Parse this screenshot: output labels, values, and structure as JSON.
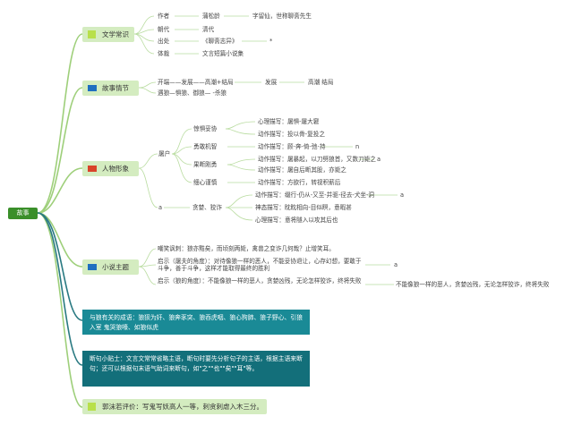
{
  "root": {
    "label": "故事"
  },
  "colors": {
    "root": "#3a8f2a",
    "category_bg": "#d4ecc0",
    "teal": "#1a8a96",
    "branch": "#9ecf7a",
    "teal_branch": "#2a7a82"
  },
  "literature": {
    "label": "文学常识",
    "icon": "lime-square-icon",
    "author_key": "作者",
    "author_value": "蒲松龄",
    "author_extra": "字留仙，世称聊斋先生",
    "dynasty_key": "朝代",
    "dynasty_value": "清代",
    "source_key": "出处",
    "source_value": "《聊斋志异》",
    "source_mark": "*",
    "genre_key": "体裁",
    "genre_value": "文言短篇小说集"
  },
  "plot": {
    "label": "故事情节",
    "icon": "blue-flag-icon",
    "line1_a": "开端——发展——高潮+结局",
    "line1_b": "发展",
    "line1_c": "高潮 结局",
    "line2": "遇狼—惧狼、御狼— -杀狼"
  },
  "characters": {
    "label": "人物形象",
    "icon": "red-flag-icon",
    "butcher": "屠户",
    "wolf_mark": "a",
    "trait1": "惊惧妥协",
    "trait1_psych": "心理描写：屠惧-屠大窘",
    "trait1_action": "动作描写：投以骨-复投之",
    "trait2": "勇敢机智",
    "trait2_action": "动作描写：顾-奔-倚-弛-持",
    "trait2_mark": "n",
    "trait3": "果断刚勇",
    "trait3_action1": "动作描写：屠暴起，以刀劈狼首，又数刀毙之",
    "trait3_action2": "动作描写：屠自后断其股，亦毙之",
    "trait3_mark": "a",
    "trait4": "细心谨慎",
    "trait4_action": "动作描写：方欲行，转视积薪后",
    "wolf_trait": "贪婪、狡诈",
    "wolf_action": "动作描写：缀行-仍从-又至-并驱-径去-犬坐-洞",
    "wolf_expr": "神态描写：眈眈相向-目似瞑，意暇甚",
    "wolf_psych": "心理描写：意将隧入以攻其后也"
  },
  "theme": {
    "label": "小说主题",
    "icon": "blue-flag-icon",
    "item1": "嘲笑讽刺：狼亦黠矣，而顷刻两毙，禽兽之变诈几何哉？止增笑耳。",
    "item2_a": "启示（屠夫的角度）：对待像狼一样的恶人，不能妥协退让，心存幻想，要敢于斗争，善于斗争，这样才能取得最终的胜利",
    "item2_mark": "a",
    "item3_a": "启示（狼的角度）：不能像狼一样的恶人，贪婪凶残，无论怎样狡诈，终将失败",
    "item3_b": "不能像狼一样的恶人，贪婪凶残，无论怎样狡诈，终将失败"
  },
  "idioms": {
    "text": "与狼有关的成语：狼狈为奸、狼奔豕突、狼吞虎咽、狼心狗肺、狼子野心、引狼入室 鬼哭狼嚎、如狼似虎"
  },
  "punctuation": {
    "text": "断句小贴士：文言文常常省略主语，断句时要先分析句子的主语，根据主语来断句；还可以根据句末语气助词来断句，如\"之\"\"也\"\"矣\"\"耳\"等。"
  },
  "review": {
    "label": "郭沫若评价：写鬼写妖高人一等，刺贪刺虐入木三分。",
    "icon": "lime-square-icon"
  }
}
